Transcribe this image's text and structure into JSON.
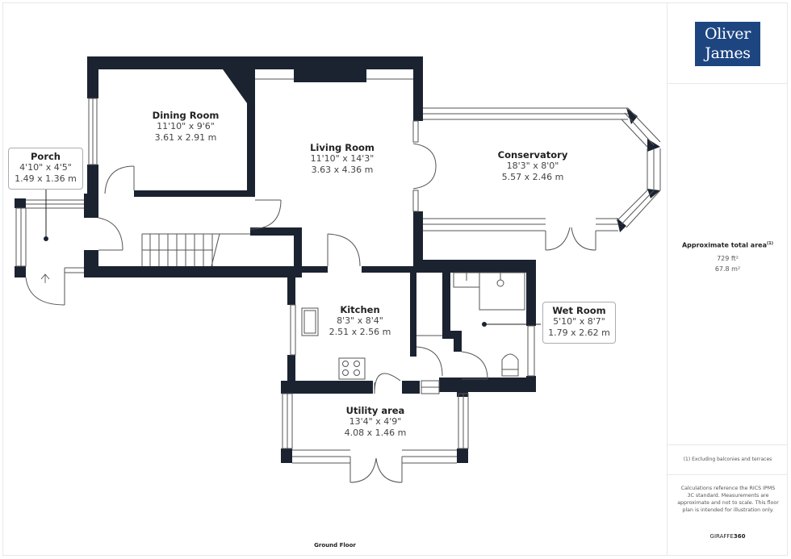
{
  "logo": {
    "line1": "Oliver",
    "line2": "James",
    "bg_color": "#1d4681"
  },
  "summary": {
    "title": "Approximate total area",
    "footnote_marker": "(1)",
    "area_ft": "729 ft²",
    "area_m": "67.8 m²"
  },
  "note": "(1) Excluding balconies and terraces",
  "disclaimer": "Calculations reference the RICS IPMS 3C standard. Measurements are approximate and not to scale. This floor plan is intended for illustration only.",
  "brand": {
    "prefix": "GIRAFFE",
    "suffix": "360"
  },
  "floor_label": "Ground Floor",
  "wall_color": "#1b2331",
  "rooms": {
    "porch": {
      "name": "Porch",
      "imperial": "4'10\" x 4'5\"",
      "metric": "1.49 x 1.36 m"
    },
    "dining": {
      "name": "Dining Room",
      "imperial": "11'10\" x 9'6\"",
      "metric": "3.61 x 2.91 m"
    },
    "living": {
      "name": "Living Room",
      "imperial": "11'10\" x 14'3\"",
      "metric": "3.63 x 4.36 m"
    },
    "conservatory": {
      "name": "Conservatory",
      "imperial": "18'3\" x 8'0\"",
      "metric": "5.57 x 2.46 m"
    },
    "kitchen": {
      "name": "Kitchen",
      "imperial": "8'3\" x 8'4\"",
      "metric": "2.51 x 2.56 m"
    },
    "wetroom": {
      "name": "Wet Room",
      "imperial": "5'10\" x 8'7\"",
      "metric": "1.79 x 2.62 m"
    },
    "utility": {
      "name": "Utility area",
      "imperial": "13'4\" x 4'9\"",
      "metric": "4.08 x 1.46 m"
    }
  }
}
